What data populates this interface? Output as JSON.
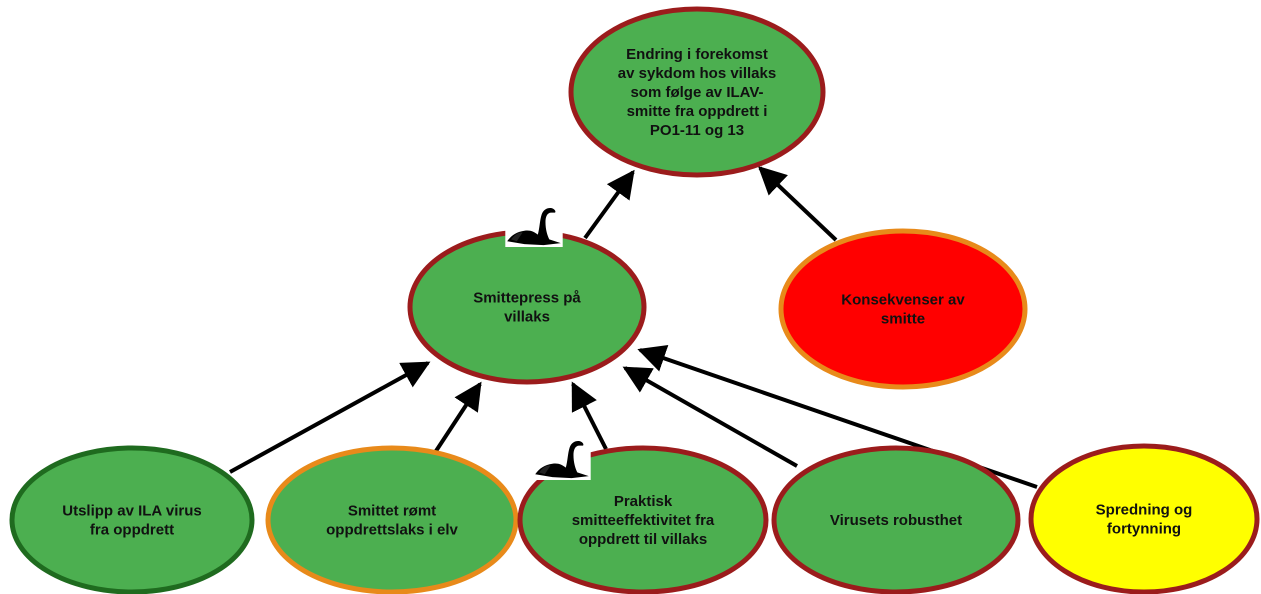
{
  "colors": {
    "green_fill": "#4caf50",
    "red_fill": "#ff0000",
    "yellow_fill": "#ffff00",
    "dark_red_border": "#9b1c1c",
    "orange_border": "#e88a1a",
    "dark_green_border": "#1f6b1f",
    "arrow": "#000000"
  },
  "nodes": {
    "top": {
      "lines": [
        "Endring i forekomst",
        "av sykdom hos villaks",
        "som følge av ILAV-",
        "smitte fra oppdrett i",
        "PO1-11 og 13"
      ],
      "fill": "green",
      "border": "dark-red"
    },
    "smittepress": {
      "lines": [
        "Smittepress på",
        "villaks"
      ],
      "fill": "green",
      "border": "dark-red",
      "badge": "black-swan-icon"
    },
    "konsekvenser": {
      "lines": [
        "Konsekvenser av",
        "smitte"
      ],
      "fill": "red",
      "border": "orange"
    },
    "utslipp": {
      "lines": [
        "Utslipp av ILA virus",
        "fra oppdrett"
      ],
      "fill": "green",
      "border": "dark-green"
    },
    "smittet_romt": {
      "lines": [
        "Smittet rømt",
        "oppdrettslaks i elv"
      ],
      "fill": "green",
      "border": "orange"
    },
    "praktisk": {
      "lines": [
        "Praktisk",
        "smitteeffektivitet fra",
        "oppdrett til villaks"
      ],
      "fill": "green",
      "border": "dark-red",
      "badge": "black-swan-icon"
    },
    "virusets": {
      "lines": [
        "Virusets robusthet"
      ],
      "fill": "green",
      "border": "dark-red"
    },
    "spredning": {
      "lines": [
        "Spredning og",
        "fortynning"
      ],
      "fill": "yellow",
      "border": "dark-red"
    }
  },
  "edges": [
    {
      "from": "smittepress",
      "to": "top"
    },
    {
      "from": "konsekvenser",
      "to": "top"
    },
    {
      "from": "utslipp",
      "to": "smittepress"
    },
    {
      "from": "smittet_romt",
      "to": "smittepress"
    },
    {
      "from": "praktisk",
      "to": "smittepress"
    },
    {
      "from": "virusets",
      "to": "smittepress"
    },
    {
      "from": "spredning",
      "to": "smittepress"
    }
  ]
}
